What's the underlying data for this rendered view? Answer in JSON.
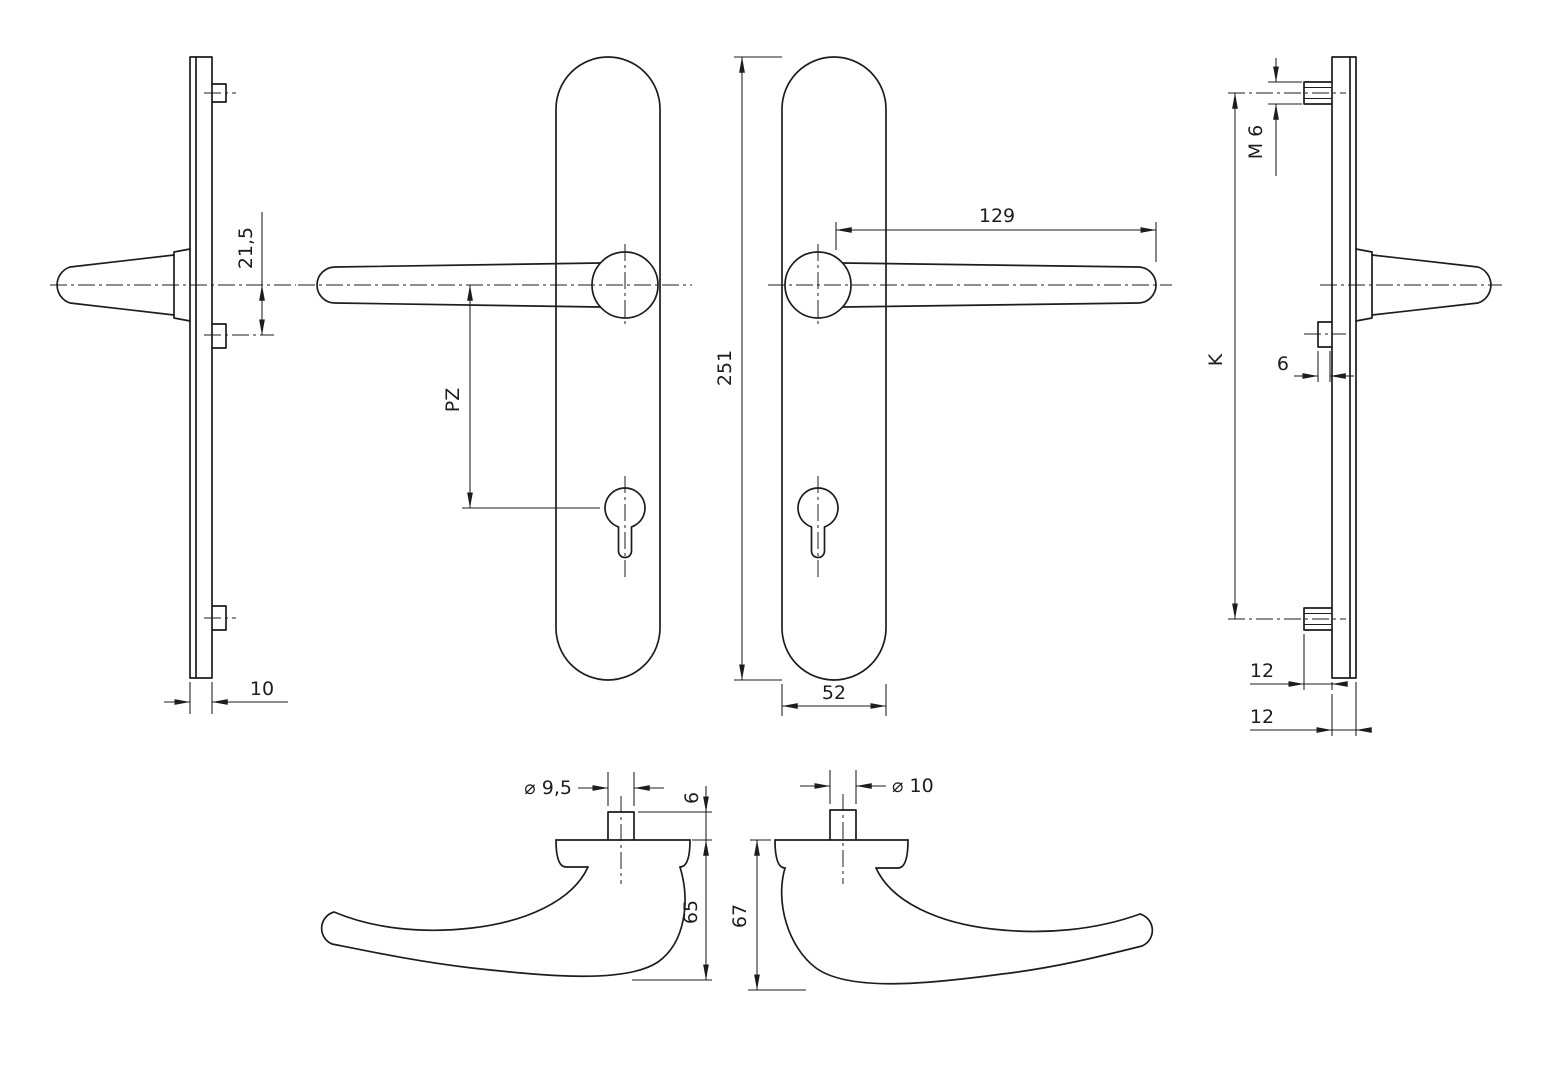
{
  "drawing": {
    "colors": {
      "background": "#ffffff",
      "line": "#1d1d1d"
    },
    "views": {
      "side_left": {
        "dims": {
          "offset": "21,5",
          "thickness": "10"
        }
      },
      "front_left": {
        "dims": {
          "pz": "PZ"
        }
      },
      "front_right": {
        "dims": {
          "length": "129",
          "height": "251",
          "width": "52"
        }
      },
      "side_right": {
        "dims": {
          "thread": "M 6",
          "spacing": "K",
          "spindle": "6",
          "protrusion": "12",
          "thickness": "12"
        }
      },
      "top_left": {
        "dims": {
          "diameter": "⌀ 9,5",
          "neck": "6",
          "height": "65"
        }
      },
      "top_right": {
        "dims": {
          "diameter": "⌀ 10",
          "height": "67"
        }
      }
    }
  }
}
